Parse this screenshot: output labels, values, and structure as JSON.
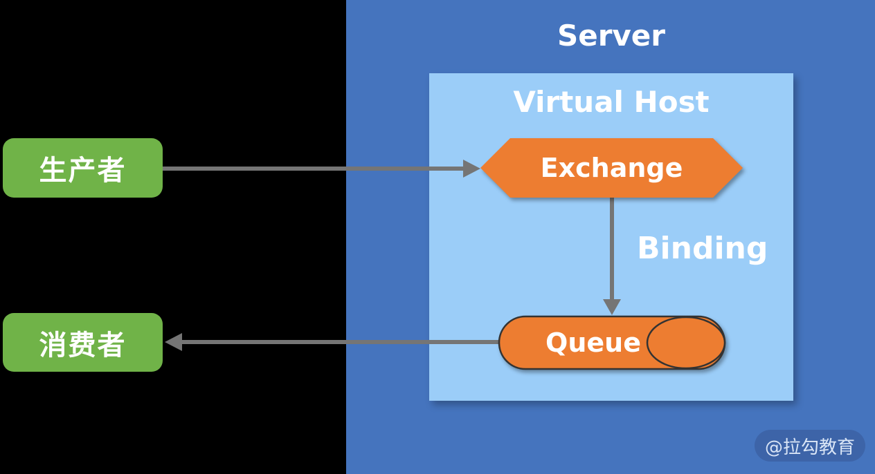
{
  "server": {
    "title": "Server",
    "virtual_host": {
      "title": "Virtual Host",
      "exchange_label": "Exchange",
      "binding_label": "Binding",
      "queue_label": "Queue"
    }
  },
  "actors": {
    "producer_label": "生产者",
    "consumer_label": "消费者"
  },
  "watermark": {
    "label": "@拉勾教育"
  },
  "colors": {
    "background": "#000000",
    "server_panel": "#4574BE",
    "virtual_host_panel": "#9BCDF8",
    "node_orange": "#ED7D31",
    "actor_green": "#70B348",
    "arrow_gray": "#757575",
    "shape_outline": "#333333",
    "watermark_bg": "#3D64A8",
    "label_text": "#FFFFFF"
  }
}
